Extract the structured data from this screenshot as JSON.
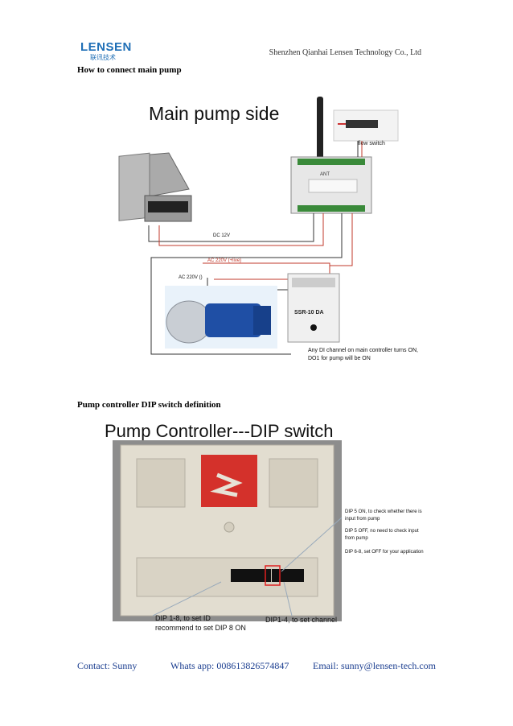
{
  "header": {
    "logo_text": "LENSEN",
    "logo_sub": "联讯技术",
    "company": "Shenzhen Qianhai Lensen Technology Co., Ltd"
  },
  "section1": {
    "heading": "How to connect main pump",
    "diagram_title": "Main pump side",
    "flow_switch_label": "flow switch",
    "dc_label": "DC 12V",
    "ac_live_label": "AC 220V (+live)",
    "ac_label": "AC 220V ()",
    "ant_label": "ANT",
    "ssr_model": "SSR-10 DA",
    "note_line1": "Any DI channel on main controller turns ON,",
    "note_line2": "DO1 for pump will be ON"
  },
  "section2": {
    "heading": "Pump controller DIP switch definition",
    "diagram_title": "Pump Controller---DIP switch",
    "dip5_on_line1": "DIP 5 ON, to check whether there is",
    "dip5_on_line2": "input from pump",
    "dip5_off_line1": "DIP 5 OFF, no need to check input",
    "dip5_off_line2": "from pump",
    "dip68": "DIP 6-8, set OFF for your application",
    "dip18_line1": "DIP 1-8, to set ID",
    "dip18_line2": "recommend to set DIP 8 ON",
    "dip14": "DIP1-4, to set channel"
  },
  "footer": {
    "contact": "Contact: Sunny",
    "whatsapp": "Whats app: 008613826574847",
    "email": "Email: sunny@lensen-tech.com"
  }
}
